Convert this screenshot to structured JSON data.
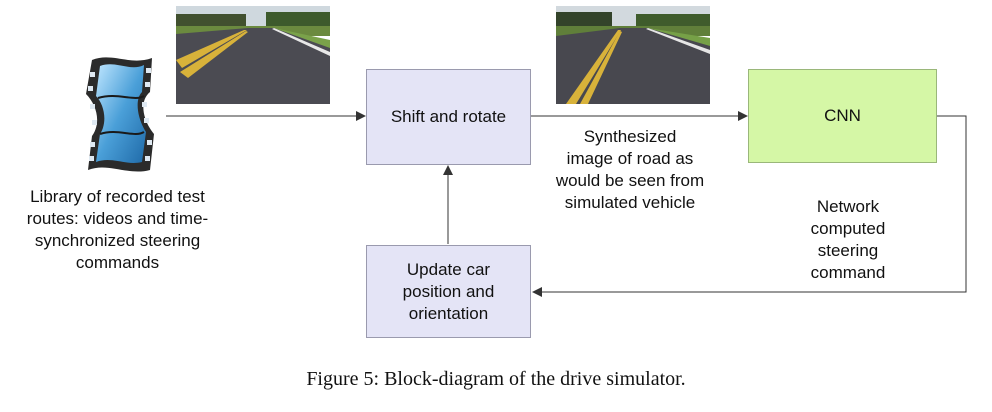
{
  "diagram": {
    "source_label": "Library of recorded test routes: videos and time-synchronized steering commands",
    "source_lines": [
      "Library of recorded test",
      "routes: videos and time-",
      "synchronized steering",
      "commands"
    ],
    "shift_rotate": "Shift and rotate",
    "cnn": "CNN",
    "update_lines": [
      "Update car",
      "position and",
      "orientation"
    ],
    "synth_lines": [
      "Synthesized",
      "image of road as",
      "would be seen from",
      "simulated vehicle"
    ],
    "network_lines": [
      "Network",
      "computed",
      "steering",
      "command"
    ]
  },
  "caption": "Figure 5: Block-diagram of the drive simulator.",
  "colors": {
    "process_box": "#e4e4f6",
    "cnn_box": "#d5f7a6",
    "arrow": "#333333",
    "film_blue": "#4a9fd8"
  },
  "icons": {
    "film": "film-strip-icon"
  }
}
